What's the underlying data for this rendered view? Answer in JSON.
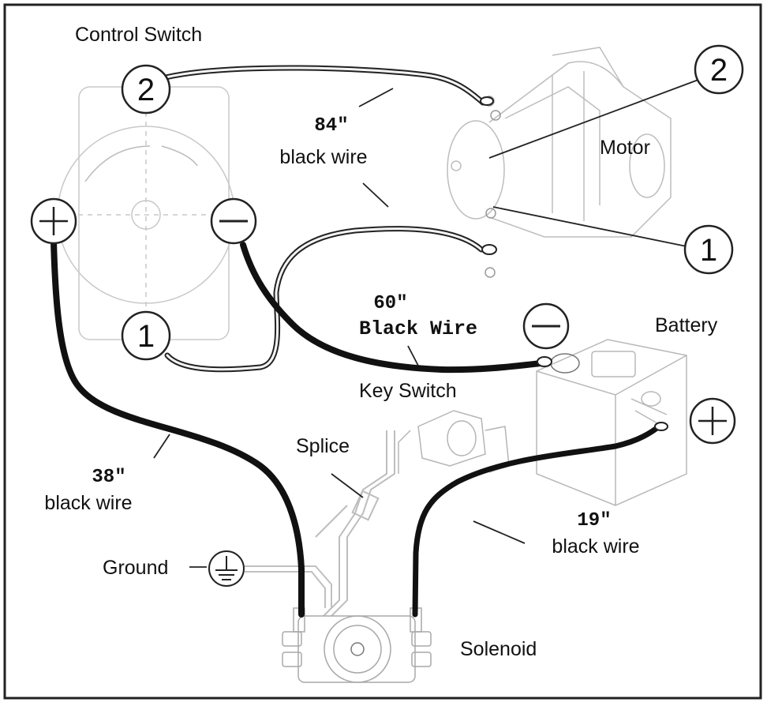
{
  "labels": {
    "control_switch": "Control Switch",
    "motor": "Motor",
    "battery": "Battery",
    "key_switch": "Key Switch",
    "splice": "Splice",
    "ground": "Ground",
    "solenoid": "Solenoid"
  },
  "wires": {
    "w84_length": "84\"",
    "w84_desc": "black wire",
    "w60_length": "60\"",
    "w60_desc": "Black Wire",
    "w38_length": "38\"",
    "w38_desc": "black wire",
    "w19_length": "19\"",
    "w19_desc": "black wire"
  },
  "markers": {
    "cs_terminal_2": "2",
    "cs_terminal_1": "1",
    "cs_positive": "+",
    "cs_negative": "−",
    "motor_terminal_2": "2",
    "motor_terminal_1": "1",
    "battery_negative": "−",
    "battery_positive": "+"
  }
}
